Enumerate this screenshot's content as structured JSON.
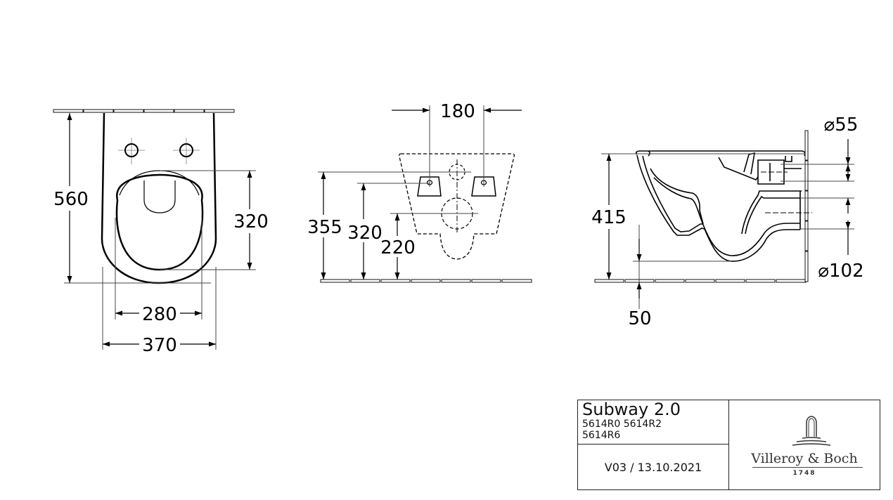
{
  "diagram": {
    "type": "technical-drawing",
    "subject": "Wall-hung toilet",
    "views": {
      "top_view": {
        "dimensions": {
          "overall_length": "560",
          "bowl_opening_length": "320",
          "bowl_opening_width": "280",
          "overall_width": "370"
        }
      },
      "rear_view": {
        "dimensions": {
          "fixing_centers": "180",
          "inlet_height": "355",
          "fixing_height": "320",
          "outlet_height": "220"
        }
      },
      "side_view": {
        "dimensions": {
          "rim_height": "415",
          "outlet_clearance": "50",
          "inlet_diameter": "⌀55",
          "outlet_diameter": "⌀102"
        }
      }
    }
  },
  "title_block": {
    "product_name": "Subway 2.0",
    "article_numbers_line1": "5614R0 5614R2",
    "article_numbers_line2": "5614R6",
    "version_date": "V03 / 13.10.2021",
    "brand_name": "Villeroy & Boch",
    "brand_year": "1748",
    "brand_logo_icon": "fountain-arch-icon"
  }
}
